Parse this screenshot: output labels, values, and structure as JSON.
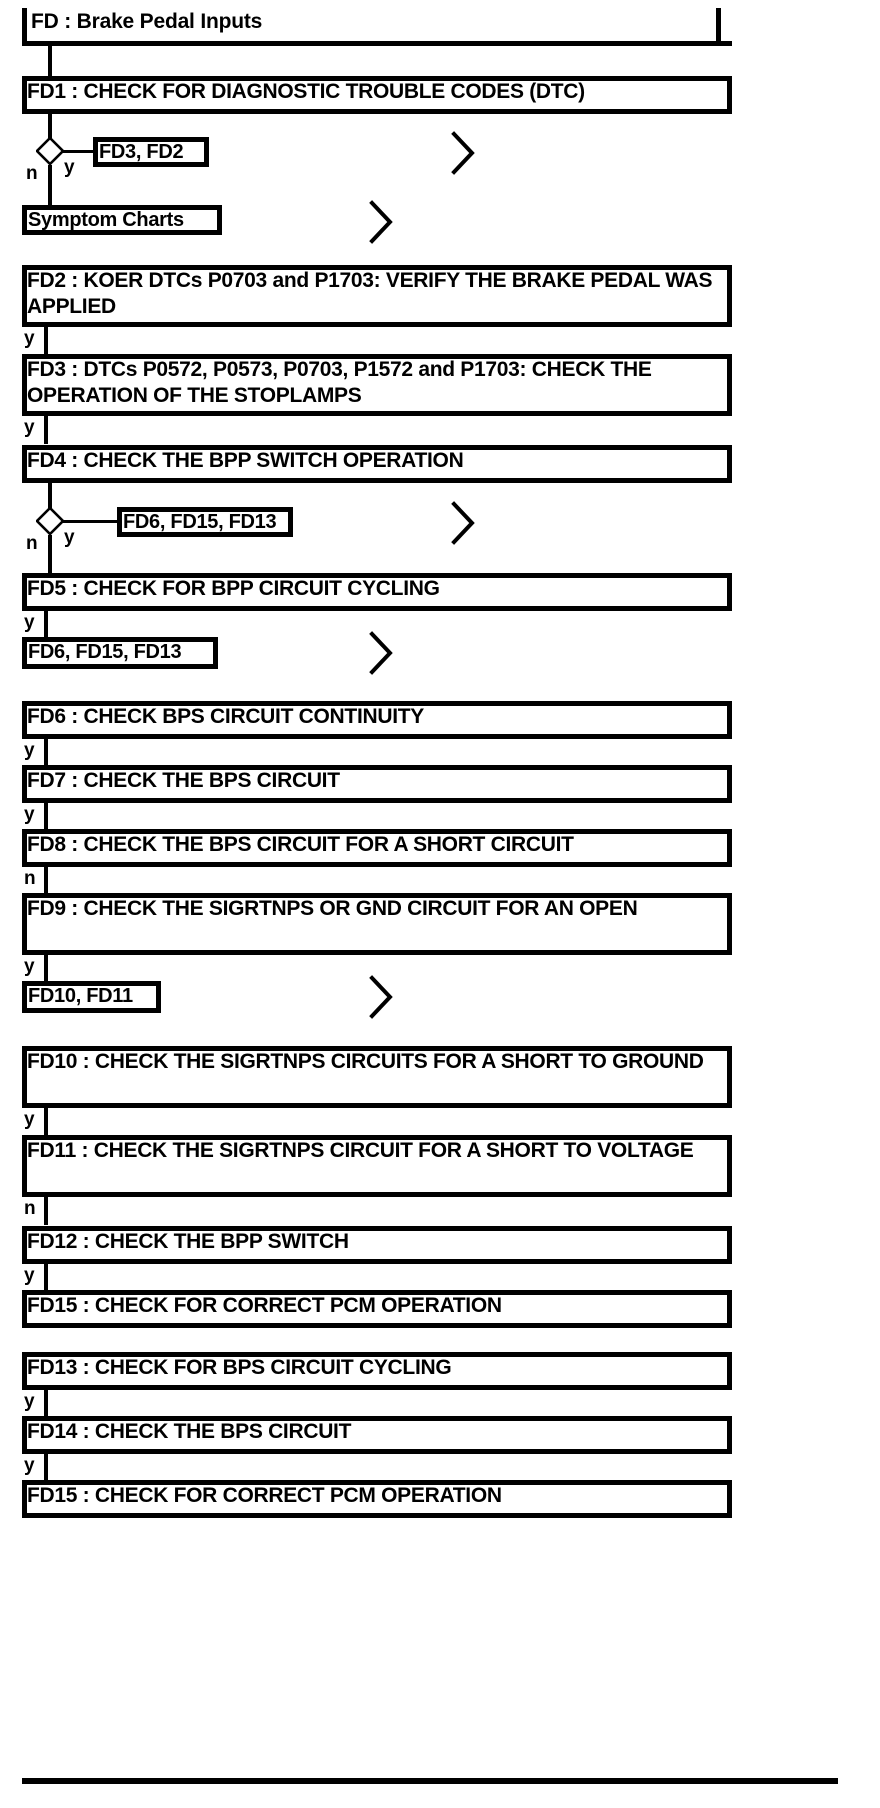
{
  "document": {
    "title": "FD : Brake Pedal Inputs",
    "title_prefix": "FD",
    "subject": "Brake Pedal Inputs"
  },
  "icons": {
    "decision_diamond": "decision-diamond-icon",
    "chevron_right": "chevron-right-icon"
  },
  "branch_labels": {
    "yes": "y",
    "no": "n"
  },
  "steps": [
    {
      "id": "FD1",
      "label": "FD1 : CHECK FOR DIAGNOSTIC TROUBLE CODES (DTC)"
    },
    {
      "id": "FD2",
      "label": "FD2 : KOER DTCs P0703 and P1703: VERIFY THE BRAKE PEDAL WAS APPLIED"
    },
    {
      "id": "FD3",
      "label": "FD3 : DTCs P0572, P0573, P0703, P1572 and P1703: CHECK THE OPERATION OF THE STOPLAMPS"
    },
    {
      "id": "FD4",
      "label": "FD4 : CHECK THE BPP SWITCH OPERATION"
    },
    {
      "id": "FD5",
      "label": "FD5 : CHECK FOR BPP CIRCUIT CYCLING"
    },
    {
      "id": "FD6",
      "label": "FD6 : CHECK BPS CIRCUIT CONTINUITY"
    },
    {
      "id": "FD7",
      "label": "FD7 : CHECK THE BPS CIRCUIT"
    },
    {
      "id": "FD8",
      "label": "FD8 : CHECK THE BPS CIRCUIT FOR A SHORT CIRCUIT"
    },
    {
      "id": "FD9",
      "label": "FD9 : CHECK THE SIGRTNPS OR GND CIRCUIT FOR AN OPEN"
    },
    {
      "id": "FD10",
      "label": "FD10 : CHECK THE SIGRTNPS CIRCUITS FOR A SHORT TO GROUND"
    },
    {
      "id": "FD11",
      "label": "FD11 : CHECK THE SIGRTNPS CIRCUIT FOR A SHORT TO VOLTAGE"
    },
    {
      "id": "FD12",
      "label": "FD12 : CHECK THE BPP SWITCH"
    },
    {
      "id": "FD15a",
      "label": "FD15 : CHECK FOR CORRECT PCM OPERATION"
    },
    {
      "id": "FD13",
      "label": "FD13 : CHECK FOR BPS CIRCUIT CYCLING"
    },
    {
      "id": "FD14",
      "label": "FD14 : CHECK THE BPS CIRCUIT"
    },
    {
      "id": "FD15b",
      "label": "FD15 : CHECK FOR CORRECT PCM OPERATION"
    }
  ],
  "references": [
    {
      "id": "ref-fd3-fd2",
      "label": "FD3, FD2"
    },
    {
      "id": "ref-symptom-charts",
      "label": "Symptom Charts"
    },
    {
      "id": "ref-fd6-fd15-fd13-a",
      "label": "FD6, FD15, FD13"
    },
    {
      "id": "ref-fd6-fd15-fd13-b",
      "label": "FD6, FD15, FD13"
    },
    {
      "id": "ref-fd10-fd11",
      "label": "FD10, FD11"
    }
  ],
  "edges": [
    {
      "from": "FD1",
      "to": "decision-1",
      "label": ""
    },
    {
      "from": "decision-1",
      "to": "ref-fd3-fd2",
      "label": "y"
    },
    {
      "from": "decision-1",
      "to": "ref-symptom-charts",
      "label": "n"
    },
    {
      "from": "FD2",
      "to": "FD3",
      "label": "y"
    },
    {
      "from": "FD3",
      "to": "FD4",
      "label": "y"
    },
    {
      "from": "FD4",
      "to": "decision-2",
      "label": ""
    },
    {
      "from": "decision-2",
      "to": "ref-fd6-fd15-fd13-a",
      "label": "y"
    },
    {
      "from": "decision-2",
      "to": "FD5",
      "label": "n"
    },
    {
      "from": "FD5",
      "to": "ref-fd6-fd15-fd13-b",
      "label": "y"
    },
    {
      "from": "FD6",
      "to": "FD7",
      "label": "y"
    },
    {
      "from": "FD7",
      "to": "FD8",
      "label": "y"
    },
    {
      "from": "FD8",
      "to": "FD9",
      "label": "n"
    },
    {
      "from": "FD9",
      "to": "ref-fd10-fd11",
      "label": "y"
    },
    {
      "from": "FD10",
      "to": "FD11",
      "label": "y"
    },
    {
      "from": "FD11",
      "to": "FD12",
      "label": "n"
    },
    {
      "from": "FD12",
      "to": "FD15a",
      "label": "y"
    },
    {
      "from": "FD13",
      "to": "FD14",
      "label": "y"
    },
    {
      "from": "FD14",
      "to": "FD15b",
      "label": "y"
    }
  ],
  "colors": {
    "ink": "#000000",
    "paper": "#ffffff"
  }
}
